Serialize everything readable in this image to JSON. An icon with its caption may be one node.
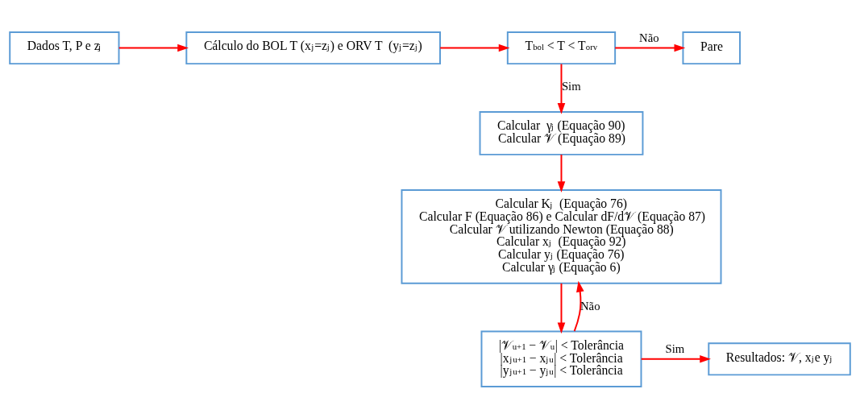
{
  "diagram": {
    "nodes": [
      {
        "text": [
          "Dados T, P e z$_{j}$"
        ]
      },
      {
        "text": [
          "Cálculo do BOL T (x$_{j}$=z$_{j}$) e ORV T  (y$_{j}$=z$_{j}$)"
        ]
      },
      {
        "text": [
          "T$_{bol}$ < T < T$_{orv}$"
        ]
      },
      {
        "text": [
          "Pare"
        ]
      },
      {
        "text": [
          "Calcular  γ$_{j}$ (Equação 90)",
          "Calcular 𝒱 (Equação 89)"
        ]
      },
      {
        "text": [
          "Calcular K$_{j}$  (Equação 76)",
          "Calcular F (Equação 86) e Calcular dF/d𝒱 (Equação 87)",
          "Calcular 𝒱 utilizando Newton (Equação 88)",
          "Calcular x$_{j}$  (Equação 92)",
          "Calcular y$_{j}$ (Equação 76)",
          "Calcular γ$_{j}$ (Equação 6)"
        ]
      },
      {
        "text": [
          "|𝒱$^{u+1}$ − 𝒱$^{u}$| < Tolerância",
          "|x$_{j}$$^{u+1}$ − x$_{j}$$^{u}$| < Tolerância",
          "|y$_{j}$$^{u+1}$ − y$_{j}$$^{u}$| < Tolerância"
        ]
      },
      {
        "text": [
          "Resultados: 𝒱, x$_{j}$e y$_{j}$"
        ]
      }
    ],
    "edges": [
      {
        "from": 0,
        "to": 1,
        "arrow": "to"
      },
      {
        "from": 1,
        "to": 2,
        "arrow": "to"
      },
      {
        "from": 2,
        "to": 3,
        "arrow": "to",
        "label": "Não"
      },
      {
        "from": 2,
        "to": 4,
        "arrow": "to",
        "label": "Sim"
      },
      {
        "from": 4,
        "to": 5,
        "arrow": "to"
      },
      {
        "from": 5,
        "to": 6,
        "arrow": "to"
      },
      {
        "from": 6,
        "to": 5,
        "arrow": "to",
        "label": "Não"
      },
      {
        "from": 6,
        "to": 7,
        "arrow": "to",
        "label": "Sim"
      }
    ]
  }
}
